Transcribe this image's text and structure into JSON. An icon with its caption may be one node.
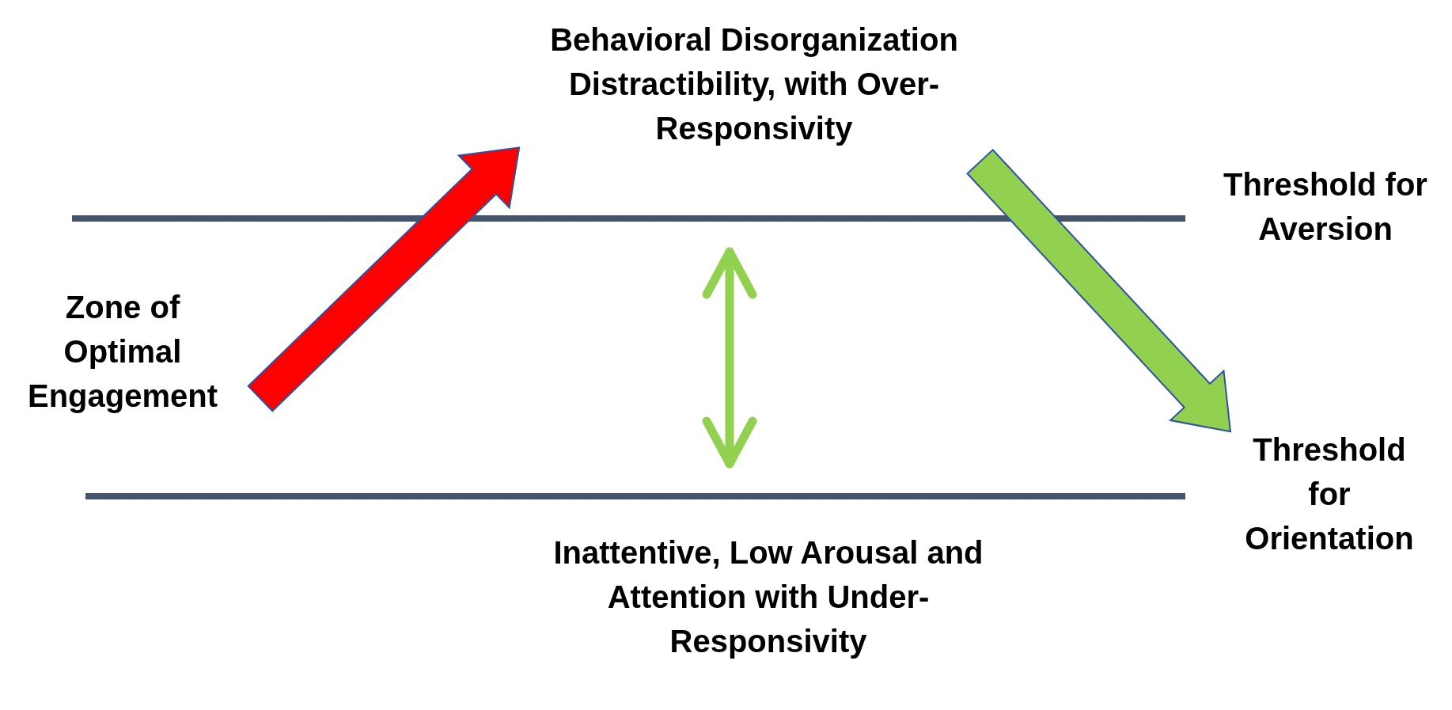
{
  "diagram": {
    "nodes": [
      {
        "text": [
          "Behavioral Disorganization Distractibility, with Over-Responsivity"
        ]
      },
      {
        "text": [
          "Threshold for Aversion"
        ]
      },
      {
        "text": [
          "Zone of Optimal Engagement"
        ]
      },
      {
        "text": [
          "Threshold for Orientation"
        ]
      },
      {
        "text": [
          "Inattentive, Low Arousal and Attention with Under-Responsivity"
        ]
      }
    ],
    "edges": [
      {
        "from": 2,
        "to": 0,
        "arrow": "to",
        "style": "thick",
        "color": "#ff0000"
      },
      {
        "from": 0,
        "to": 3,
        "arrow": "to",
        "style": "thick",
        "color": "#92d050"
      }
    ]
  }
}
